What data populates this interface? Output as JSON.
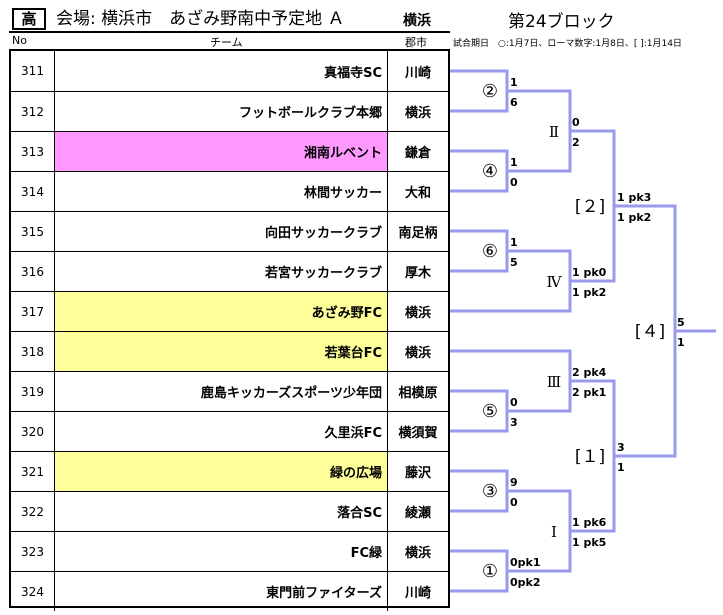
{
  "header": {
    "badge": "高",
    "venue": "会場: 横浜市　あざみ野南中予定地 Ａ",
    "venue_area": "横浜",
    "block": "第24ブロック",
    "col_no": "No",
    "col_team": "チーム",
    "col_city": "郡市",
    "legend": "試合期日　○:1月7日、ローマ数字:1月8日、[ ]:1月14日"
  },
  "teams": [
    {
      "no": "311",
      "name": "真福寺SC",
      "city": "川崎",
      "highlight": ""
    },
    {
      "no": "312",
      "name": "フットボールクラブ本郷",
      "city": "横浜",
      "highlight": ""
    },
    {
      "no": "313",
      "name": "湘南ルベント",
      "city": "鎌倉",
      "highlight": "pink"
    },
    {
      "no": "314",
      "name": "林間サッカー",
      "city": "大和",
      "highlight": ""
    },
    {
      "no": "315",
      "name": "向田サッカークラブ",
      "city": "南足柄",
      "highlight": ""
    },
    {
      "no": "316",
      "name": "若宮サッカークラブ",
      "city": "厚木",
      "highlight": ""
    },
    {
      "no": "317",
      "name": "あざみ野FC",
      "city": "横浜",
      "highlight": "yellow"
    },
    {
      "no": "318",
      "name": "若葉台FC",
      "city": "横浜",
      "highlight": "yellow"
    },
    {
      "no": "319",
      "name": "鹿島キッカーズスポーツ少年団",
      "city": "相模原",
      "highlight": ""
    },
    {
      "no": "320",
      "name": "久里浜FC",
      "city": "横須賀",
      "highlight": ""
    },
    {
      "no": "321",
      "name": "緑の広場",
      "city": "藤沢",
      "highlight": "yellow"
    },
    {
      "no": "322",
      "name": "落合SC",
      "city": "綾瀬",
      "highlight": ""
    },
    {
      "no": "323",
      "name": "FC緑",
      "city": "横浜",
      "highlight": ""
    },
    {
      "no": "324",
      "name": "東門前ファイターズ",
      "city": "川崎",
      "highlight": ""
    }
  ],
  "bracket": {
    "r1": [
      {
        "label": "②",
        "top": "1",
        "bottom": "6"
      },
      {
        "label": "④",
        "top": "1",
        "bottom": "0"
      },
      {
        "label": "⑥",
        "top": "1",
        "bottom": "5"
      },
      {
        "label": "⑤",
        "top": "0",
        "bottom": "3"
      },
      {
        "label": "③",
        "top": "9",
        "bottom": "0"
      },
      {
        "label": "①",
        "top": "0pk1",
        "bottom": "0pk2"
      }
    ],
    "r2": [
      {
        "label": "Ⅱ",
        "top": "0",
        "bottom": "2"
      },
      {
        "label": "Ⅳ",
        "top": "1 pk0",
        "bottom": "1 pk2"
      },
      {
        "label": "Ⅲ",
        "top": "2 pk4",
        "bottom": "2 pk1"
      },
      {
        "label": "Ⅰ",
        "top": "1 pk6",
        "bottom": "1 pk5"
      }
    ],
    "r3": [
      {
        "label": "[２]",
        "top": "1 pk3",
        "bottom": "1 pk2"
      },
      {
        "label": "[１]",
        "top": "3",
        "bottom": "1"
      }
    ],
    "final": {
      "label": "[４]",
      "top": "5",
      "bottom": "1"
    }
  },
  "colors": {
    "bracket_line": "#9999ee",
    "pink": "#ff99ff",
    "yellow": "#ffff99"
  }
}
